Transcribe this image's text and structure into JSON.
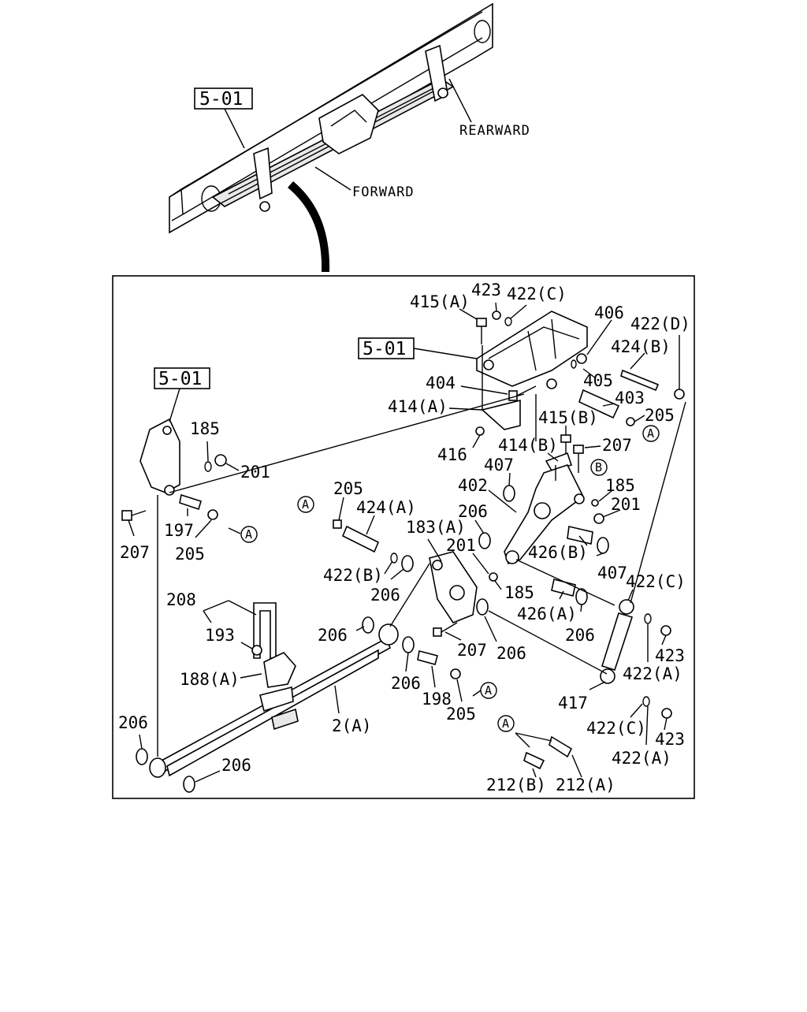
{
  "overview": {
    "ref_box": "5-01",
    "rearward": "REARWARD",
    "forward": "FORWARD"
  },
  "detail": {
    "ref_box_upper": "5-01",
    "ref_box_left": "5-01",
    "callout_a": "A",
    "callout_b": "B"
  },
  "parts": {
    "p423_top": "423",
    "p422c_top": "422(C)",
    "p415a": "415(A)",
    "p406": "406",
    "p422d": "422(D)",
    "p424b": "424(B)",
    "p404": "404",
    "p405": "405",
    "p403": "403",
    "p414a": "414(A)",
    "p205_r": "205",
    "p415b": "415(B)",
    "p416": "416",
    "p414b": "414(B)",
    "p207_r": "207",
    "p407_top": "407",
    "p402": "402",
    "p185_r": "185",
    "p201_r": "201",
    "p185_l": "185",
    "p201_l": "201",
    "p205_mid": "205",
    "p424a": "424(A)",
    "p183a": "183(A)",
    "p206_a": "206",
    "p201_mid": "201",
    "p426b": "426(B)",
    "p407_b": "407",
    "p197": "197",
    "p207_l": "207",
    "p205_l": "205",
    "p422b": "422(B)",
    "p206_b": "206",
    "p185_mid": "185",
    "p426a": "426(A)",
    "p422c_mid": "422(C)",
    "p208": "208",
    "p206_c": "206",
    "p193": "193",
    "p207_mid": "207",
    "p206_d": "206",
    "p206_e": "206",
    "p423_mid": "423",
    "p422a_mid": "422(A)",
    "p188a": "188(A)",
    "p206_f": "206",
    "p198": "198",
    "p417": "417",
    "p205_bot": "205",
    "p2a": "2(A)",
    "p422c_bot": "422(C)",
    "p423_bot": "423",
    "p206_left": "206",
    "p206_bot": "206",
    "p422a_bot": "422(A)",
    "p212b": "212(B)",
    "p212a": "212(A)"
  }
}
